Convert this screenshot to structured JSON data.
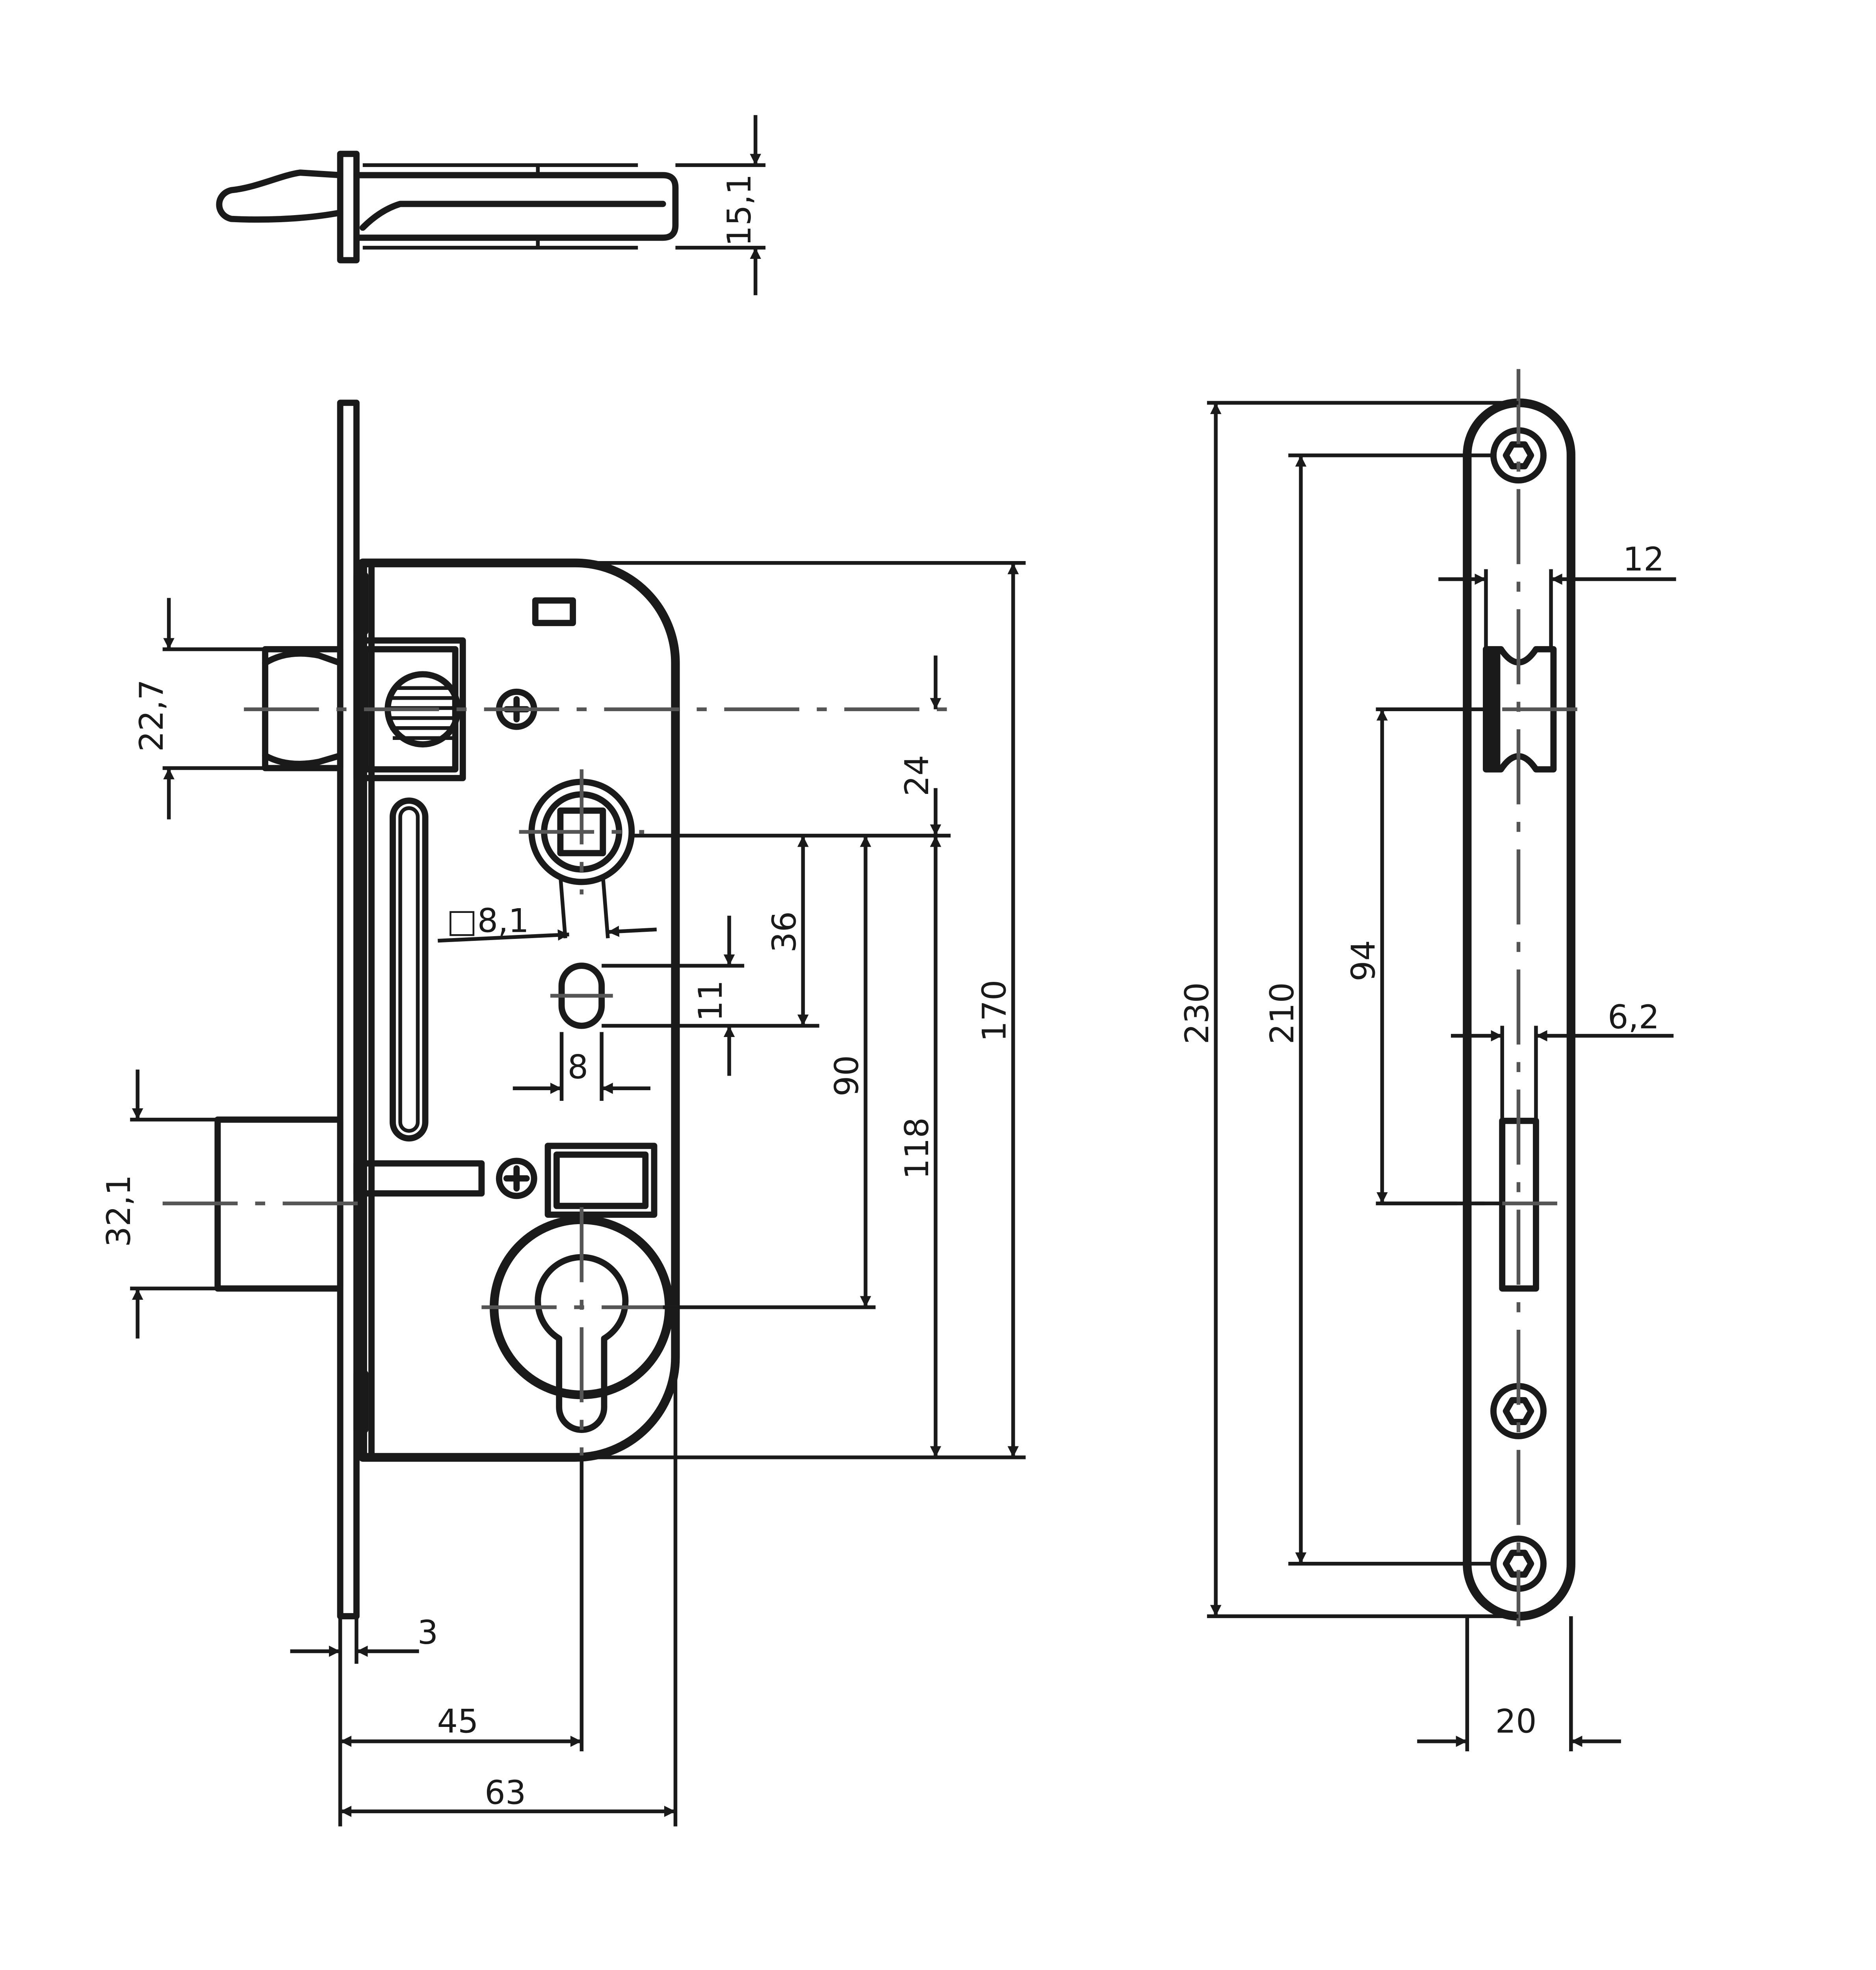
{
  "dimensions": {
    "d15_1": "15,1",
    "d22_7": "22,7",
    "d32_1": "32,1",
    "d24": "24",
    "d36": "36",
    "d11": "11",
    "d8_1": "□8,1",
    "d8": "8",
    "d90": "90",
    "d118": "118",
    "d170": "170",
    "d3": "3",
    "d45": "45",
    "d63": "63",
    "d230": "230",
    "d210": "210",
    "d94": "94",
    "d12": "12",
    "d6_2": "6,2",
    "d20": "20"
  },
  "colors": {
    "line": "#1a1a1a",
    "center": "#555555",
    "background": "#ffffff"
  }
}
